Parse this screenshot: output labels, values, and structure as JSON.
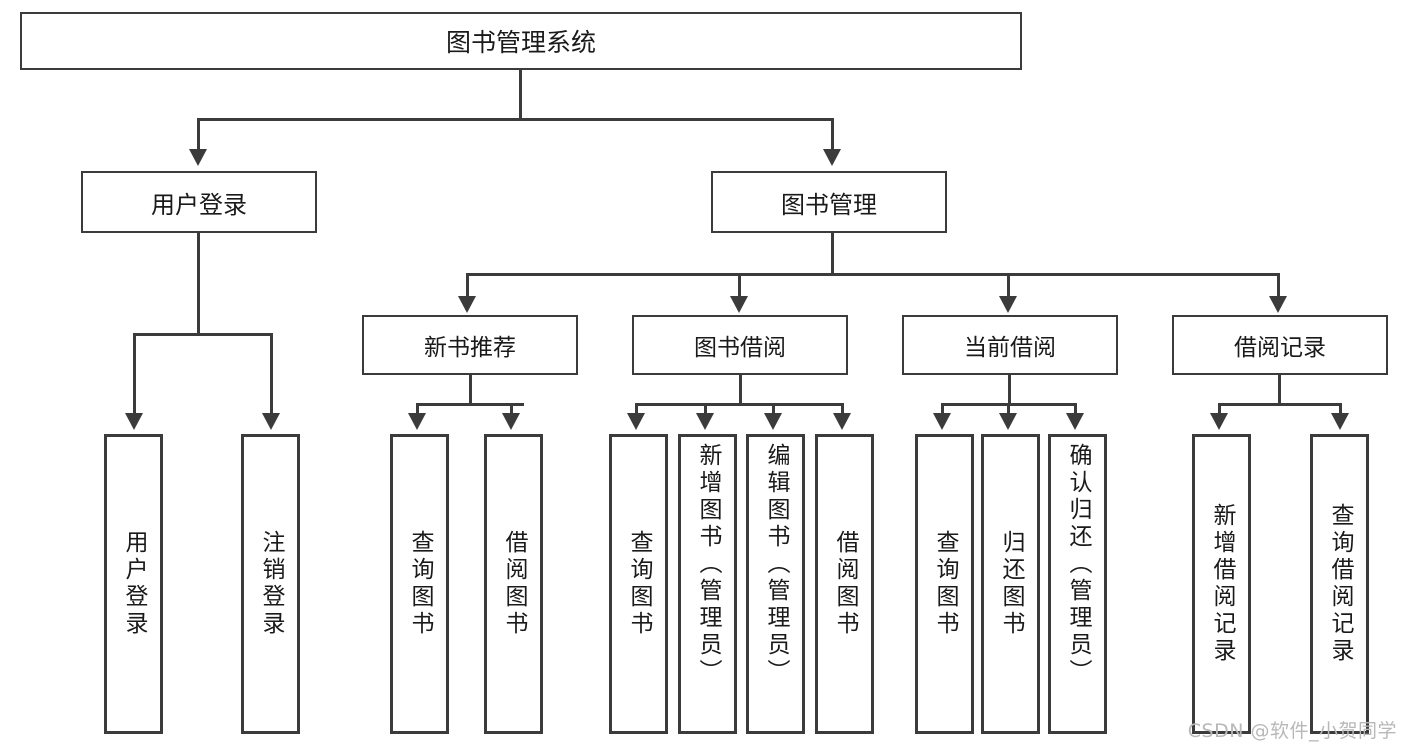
{
  "diagram": {
    "type": "tree-hierarchy",
    "title": "图书管理系统",
    "root": {
      "label": "图书管理系统",
      "level": 0
    },
    "level1": [
      {
        "label": "用户登录"
      },
      {
        "label": "图书管理"
      }
    ],
    "level2": [
      {
        "label": "新书推荐"
      },
      {
        "label": "图书借阅"
      },
      {
        "label": "当前借阅"
      },
      {
        "label": "借阅记录"
      }
    ],
    "leaves": {
      "user_login": [
        {
          "label": "用户登录"
        },
        {
          "label": "注销登录"
        }
      ],
      "new_book_recommend": [
        {
          "label": "查询图书"
        },
        {
          "label": "借阅图书"
        }
      ],
      "book_borrow": [
        {
          "label": "查询图书"
        },
        {
          "label": "新增图书（管理员）"
        },
        {
          "label": "编辑图书（管理员）"
        },
        {
          "label": "借阅图书"
        }
      ],
      "current_borrow": [
        {
          "label": "查询图书"
        },
        {
          "label": "归还图书"
        },
        {
          "label": "确认归还（管理员）"
        }
      ],
      "borrow_record": [
        {
          "label": "新增借阅记录"
        },
        {
          "label": "查询借阅记录"
        }
      ]
    }
  },
  "watermark": {
    "text": "CSDN @软件_小贺同学"
  },
  "colors": {
    "stroke": "#3b3b3b",
    "fill": "#ffffff",
    "text": "#1a1a1a",
    "watermark": "#b8b8b8"
  }
}
